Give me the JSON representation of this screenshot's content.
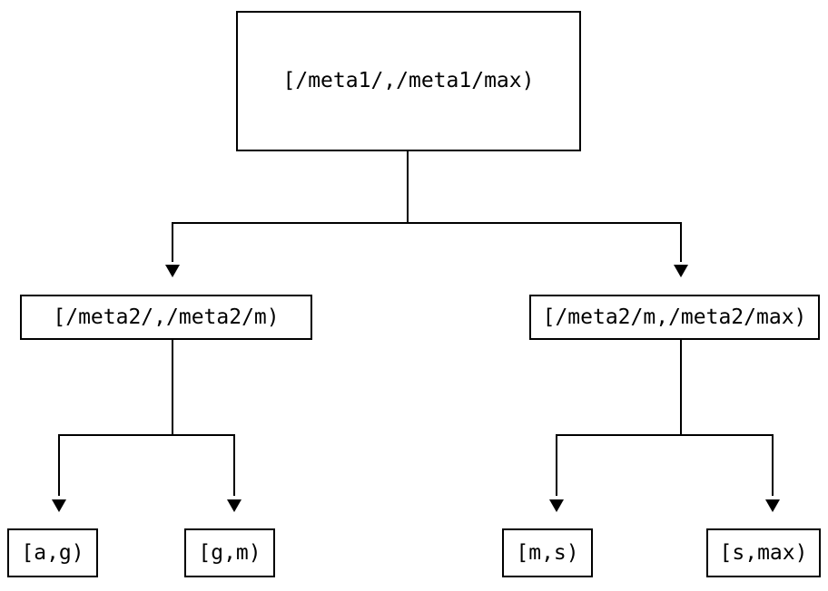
{
  "diagram": {
    "type": "tree",
    "background_color": "#ffffff",
    "line_color": "#000000",
    "node_border_color": "#000000",
    "node_fill_color": "#ffffff",
    "text_color": "#000000",
    "nodes": {
      "root": {
        "label": "[/meta1/,/meta1/max)"
      },
      "left": {
        "label": "[/meta2/,/meta2/m)"
      },
      "right": {
        "label": "[/meta2/m,/meta2/max)"
      },
      "ag": {
        "label": "[a,g)"
      },
      "gm": {
        "label": "[g,m)"
      },
      "ms": {
        "label": "[m,s)"
      },
      "smax": {
        "label": "[s,max)"
      }
    },
    "edges": [
      {
        "from": "root",
        "to": "left",
        "arrow": "filled-triangle-down"
      },
      {
        "from": "root",
        "to": "right",
        "arrow": "filled-triangle-down"
      },
      {
        "from": "left",
        "to": "ag",
        "arrow": "filled-triangle-down"
      },
      {
        "from": "left",
        "to": "gm",
        "arrow": "filled-triangle-down"
      },
      {
        "from": "right",
        "to": "ms",
        "arrow": "filled-triangle-down"
      },
      {
        "from": "right",
        "to": "smax",
        "arrow": "filled-triangle-down"
      }
    ]
  }
}
